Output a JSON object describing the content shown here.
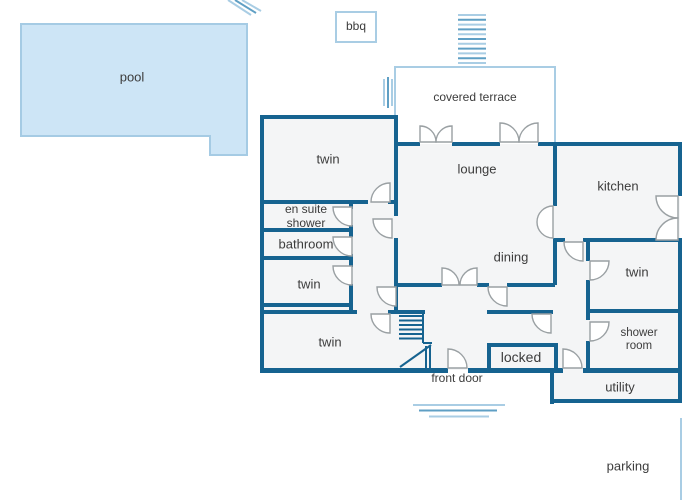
{
  "labels": {
    "pool": "pool",
    "bbq": "bbq",
    "covered_terrace": "covered terrace",
    "twin_top": "twin",
    "lounge": "lounge",
    "kitchen": "kitchen",
    "en_suite_shower": "en suite\nshower",
    "bathroom": "bathroom",
    "dining": "dining",
    "twin_mid": "twin",
    "twin_right": "twin",
    "twin_bottom": "twin",
    "shower_room": "shower room",
    "locked": "locked",
    "front_door": "front door",
    "utility": "utility",
    "parking": "parking"
  },
  "colors": {
    "wall": "#166390",
    "light": "#a9cde4",
    "medium": "#5f9fc4",
    "pool_fill": "#cde5f6",
    "pool_border": "#a5cbe4",
    "room_fill": "#f4f5f6",
    "door_arc": "#9aa0a3",
    "text": "#3c3c3c"
  }
}
